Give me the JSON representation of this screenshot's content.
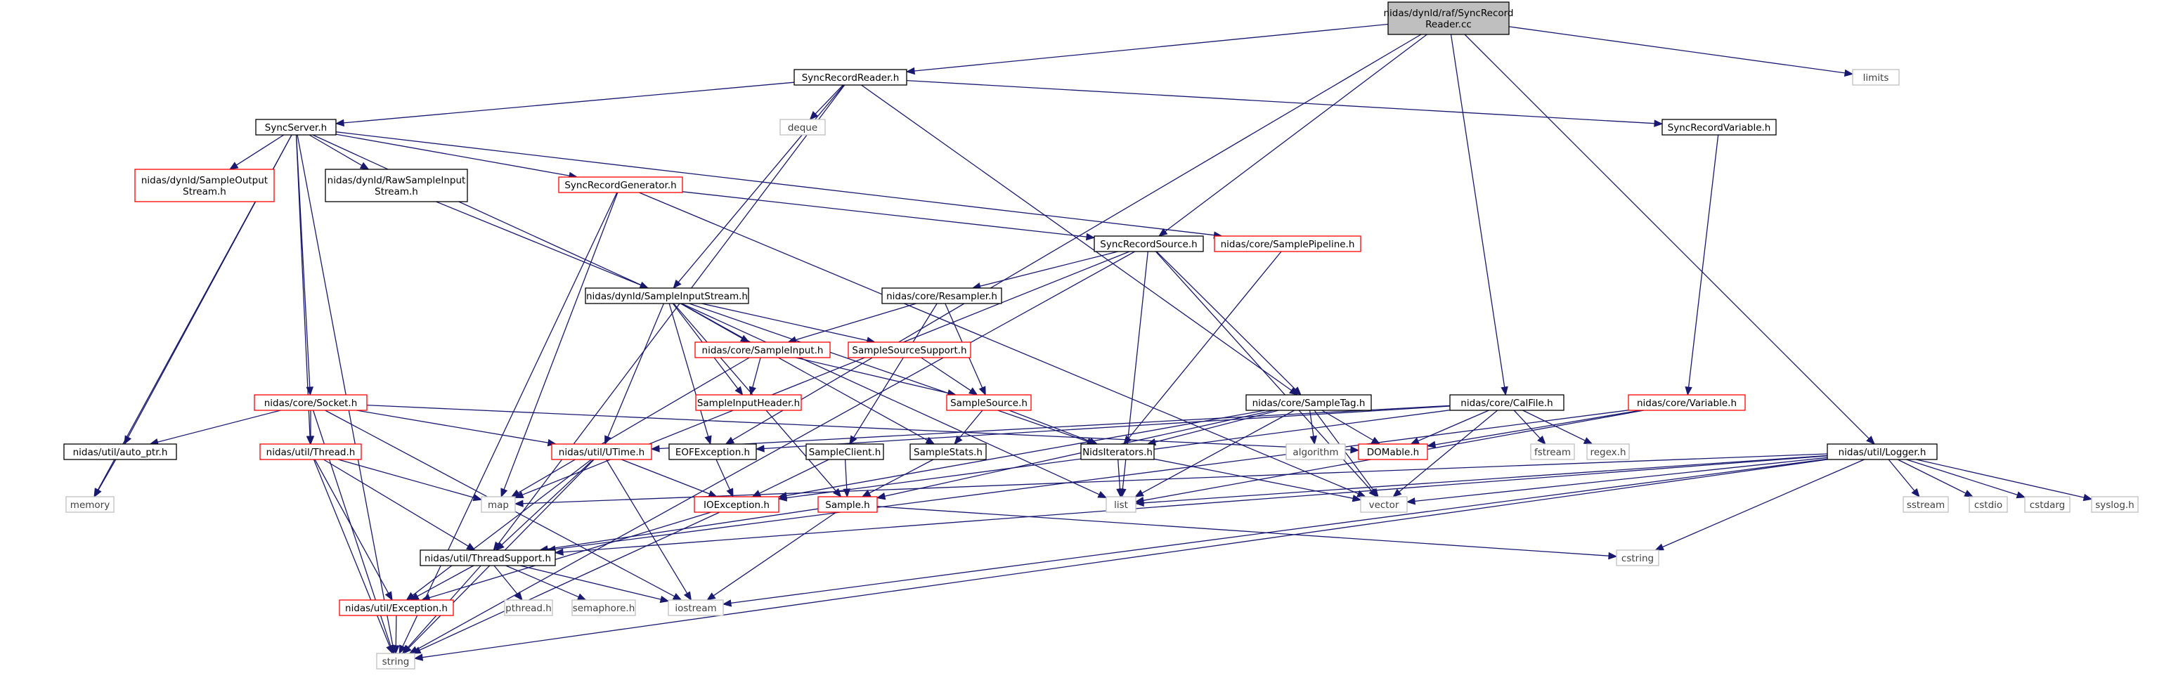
{
  "colors": {
    "edge": "#191970",
    "normal_border": "#000000",
    "undocumented_border": "#ff0000",
    "system_border": "#bfbfbf",
    "root_fill": "#bfbfbf",
    "root_border": "#000000",
    "text_normal": "#000000",
    "text_system": "#3f3f3f"
  },
  "nodes": [
    {
      "id": "root",
      "label": [
        "nidas/dynld/raf/SyncRecord",
        "Reader.cc"
      ],
      "kind": "root"
    },
    {
      "id": "srr",
      "label": [
        "SyncRecordReader.h"
      ],
      "kind": "normal"
    },
    {
      "id": "limits",
      "label": [
        "limits"
      ],
      "kind": "system"
    },
    {
      "id": "deque",
      "label": [
        "deque"
      ],
      "kind": "system"
    },
    {
      "id": "srv",
      "label": [
        "SyncRecordVariable.h"
      ],
      "kind": "normal"
    },
    {
      "id": "ss",
      "label": [
        "SyncServer.h"
      ],
      "kind": "normal"
    },
    {
      "id": "sos",
      "label": [
        "nidas/dynld/SampleOutput",
        "Stream.h"
      ],
      "kind": "undoc"
    },
    {
      "id": "rsis",
      "label": [
        "nidas/dynld/RawSampleInput",
        "Stream.h"
      ],
      "kind": "normal"
    },
    {
      "id": "srg",
      "label": [
        "SyncRecordGenerator.h"
      ],
      "kind": "undoc"
    },
    {
      "id": "srs",
      "label": [
        "SyncRecordSource.h"
      ],
      "kind": "normal"
    },
    {
      "id": "spipe",
      "label": [
        "nidas/core/SamplePipeline.h"
      ],
      "kind": "undoc"
    },
    {
      "id": "sis",
      "label": [
        "nidas/dynld/SampleInputStream.h"
      ],
      "kind": "normal"
    },
    {
      "id": "resamp",
      "label": [
        "nidas/core/Resampler.h"
      ],
      "kind": "normal"
    },
    {
      "id": "sinput",
      "label": [
        "nidas/core/SampleInput.h"
      ],
      "kind": "undoc"
    },
    {
      "id": "ssup",
      "label": [
        "SampleSourceSupport.h"
      ],
      "kind": "undoc"
    },
    {
      "id": "sih",
      "label": [
        "SampleInputHeader.h"
      ],
      "kind": "undoc"
    },
    {
      "id": "ssrc",
      "label": [
        "SampleSource.h"
      ],
      "kind": "undoc"
    },
    {
      "id": "socket",
      "label": [
        "nidas/core/Socket.h"
      ],
      "kind": "undoc"
    },
    {
      "id": "stag",
      "label": [
        "nidas/core/SampleTag.h"
      ],
      "kind": "normal"
    },
    {
      "id": "calfile",
      "label": [
        "nidas/core/CalFile.h"
      ],
      "kind": "normal"
    },
    {
      "id": "variable",
      "label": [
        "nidas/core/Variable.h"
      ],
      "kind": "undoc"
    },
    {
      "id": "autoptr",
      "label": [
        "nidas/util/auto_ptr.h"
      ],
      "kind": "normal"
    },
    {
      "id": "thread",
      "label": [
        "nidas/util/Thread.h"
      ],
      "kind": "undoc"
    },
    {
      "id": "utime",
      "label": [
        "nidas/util/UTime.h"
      ],
      "kind": "undoc"
    },
    {
      "id": "eofex",
      "label": [
        "EOFException.h"
      ],
      "kind": "normal"
    },
    {
      "id": "sclient",
      "label": [
        "SampleClient.h"
      ],
      "kind": "normal"
    },
    {
      "id": "sstats",
      "label": [
        "SampleStats.h"
      ],
      "kind": "normal"
    },
    {
      "id": "nidsit",
      "label": [
        "NidsIterators.h"
      ],
      "kind": "normal"
    },
    {
      "id": "algorithm",
      "label": [
        "algorithm"
      ],
      "kind": "system"
    },
    {
      "id": "domable",
      "label": [
        "DOMable.h"
      ],
      "kind": "undoc"
    },
    {
      "id": "fstream",
      "label": [
        "fstream"
      ],
      "kind": "system"
    },
    {
      "id": "regex",
      "label": [
        "regex.h"
      ],
      "kind": "system"
    },
    {
      "id": "logger",
      "label": [
        "nidas/util/Logger.h"
      ],
      "kind": "normal"
    },
    {
      "id": "memory",
      "label": [
        "memory"
      ],
      "kind": "system"
    },
    {
      "id": "map",
      "label": [
        "map"
      ],
      "kind": "system"
    },
    {
      "id": "ioex",
      "label": [
        "IOException.h"
      ],
      "kind": "undoc"
    },
    {
      "id": "sample",
      "label": [
        "Sample.h"
      ],
      "kind": "undoc"
    },
    {
      "id": "list",
      "label": [
        "list"
      ],
      "kind": "system"
    },
    {
      "id": "vector",
      "label": [
        "vector"
      ],
      "kind": "system"
    },
    {
      "id": "sstream",
      "label": [
        "sstream"
      ],
      "kind": "system"
    },
    {
      "id": "cstdio",
      "label": [
        "cstdio"
      ],
      "kind": "system"
    },
    {
      "id": "cstdarg",
      "label": [
        "cstdarg"
      ],
      "kind": "system"
    },
    {
      "id": "syslog",
      "label": [
        "syslog.h"
      ],
      "kind": "system"
    },
    {
      "id": "tsupport",
      "label": [
        "nidas/util/ThreadSupport.h"
      ],
      "kind": "normal"
    },
    {
      "id": "cstring",
      "label": [
        "cstring"
      ],
      "kind": "system"
    },
    {
      "id": "exception",
      "label": [
        "nidas/util/Exception.h"
      ],
      "kind": "undoc"
    },
    {
      "id": "pthread",
      "label": [
        "pthread.h"
      ],
      "kind": "system"
    },
    {
      "id": "semaphore",
      "label": [
        "semaphore.h"
      ],
      "kind": "system"
    },
    {
      "id": "iostream",
      "label": [
        "iostream"
      ],
      "kind": "system"
    },
    {
      "id": "string",
      "label": [
        "string"
      ],
      "kind": "system"
    }
  ],
  "edges": [
    [
      "root",
      "srr"
    ],
    [
      "root",
      "limits"
    ],
    [
      "root",
      "srs"
    ],
    [
      "root",
      "eofex"
    ],
    [
      "root",
      "calfile"
    ],
    [
      "root",
      "logger"
    ],
    [
      "srr",
      "ss"
    ],
    [
      "srr",
      "deque"
    ],
    [
      "srr",
      "srv"
    ],
    [
      "srr",
      "sis"
    ],
    [
      "srr",
      "stag"
    ],
    [
      "srr",
      "tsupport"
    ],
    [
      "ss",
      "sos"
    ],
    [
      "ss",
      "rsis"
    ],
    [
      "ss",
      "srg"
    ],
    [
      "ss",
      "spipe"
    ],
    [
      "ss",
      "socket"
    ],
    [
      "ss",
      "autoptr"
    ],
    [
      "ss",
      "thread"
    ],
    [
      "ss",
      "memory"
    ],
    [
      "ss",
      "string"
    ],
    [
      "ss",
      "list"
    ],
    [
      "srv",
      "variable"
    ],
    [
      "rsis",
      "sis"
    ],
    [
      "srg",
      "srs"
    ],
    [
      "srg",
      "map"
    ],
    [
      "srg",
      "string"
    ],
    [
      "srg",
      "vector"
    ],
    [
      "srs",
      "resamp"
    ],
    [
      "srs",
      "stag"
    ],
    [
      "srs",
      "list"
    ],
    [
      "srs",
      "map"
    ],
    [
      "srs",
      "string"
    ],
    [
      "srs",
      "vector"
    ],
    [
      "spipe",
      "nidsit"
    ],
    [
      "sis",
      "sinput"
    ],
    [
      "sis",
      "ssup"
    ],
    [
      "sis",
      "sih"
    ],
    [
      "sis",
      "utime"
    ],
    [
      "sis",
      "eofex"
    ],
    [
      "sis",
      "sstats"
    ],
    [
      "sis",
      "sample"
    ],
    [
      "sis",
      "nidsit"
    ],
    [
      "resamp",
      "sinput"
    ],
    [
      "resamp",
      "ssrc"
    ],
    [
      "resamp",
      "sclient"
    ],
    [
      "sinput",
      "sih"
    ],
    [
      "sinput",
      "ssrc"
    ],
    [
      "sinput",
      "map"
    ],
    [
      "ssup",
      "ssrc"
    ],
    [
      "ssrc",
      "sstats"
    ],
    [
      "ssrc",
      "nidsit"
    ],
    [
      "socket",
      "autoptr"
    ],
    [
      "socket",
      "thread"
    ],
    [
      "socket",
      "utime"
    ],
    [
      "socket",
      "domable"
    ],
    [
      "socket",
      "string"
    ],
    [
      "socket",
      "iostream"
    ],
    [
      "stag",
      "algorithm"
    ],
    [
      "stag",
      "domable"
    ],
    [
      "stag",
      "nidsit"
    ],
    [
      "stag",
      "sample"
    ],
    [
      "stag",
      "list"
    ],
    [
      "stag",
      "vector"
    ],
    [
      "stag",
      "ioex"
    ],
    [
      "calfile",
      "utime"
    ],
    [
      "calfile",
      "domable"
    ],
    [
      "calfile",
      "fstream"
    ],
    [
      "calfile",
      "regex"
    ],
    [
      "calfile",
      "vector"
    ],
    [
      "calfile",
      "ioex"
    ],
    [
      "calfile",
      "eofex"
    ],
    [
      "variable",
      "domable"
    ],
    [
      "variable",
      "list"
    ],
    [
      "variable",
      "tsupport"
    ],
    [
      "autoptr",
      "memory"
    ],
    [
      "thread",
      "map"
    ],
    [
      "thread",
      "tsupport"
    ],
    [
      "thread",
      "exception"
    ],
    [
      "thread",
      "string"
    ],
    [
      "utime",
      "ioex"
    ],
    [
      "utime",
      "tsupport"
    ],
    [
      "utime",
      "iostream"
    ],
    [
      "utime",
      "string"
    ],
    [
      "utime",
      "exception"
    ],
    [
      "eofex",
      "ioex"
    ],
    [
      "sclient",
      "ioex"
    ],
    [
      "sclient",
      "sample"
    ],
    [
      "sstats",
      "sample"
    ],
    [
      "nidsit",
      "list"
    ],
    [
      "nidsit",
      "vector"
    ],
    [
      "logger",
      "map"
    ],
    [
      "logger",
      "list"
    ],
    [
      "logger",
      "vector"
    ],
    [
      "logger",
      "sstream"
    ],
    [
      "logger",
      "cstdio"
    ],
    [
      "logger",
      "cstdarg"
    ],
    [
      "logger",
      "syslog"
    ],
    [
      "logger",
      "cstring"
    ],
    [
      "logger",
      "tsupport"
    ],
    [
      "logger",
      "iostream"
    ],
    [
      "logger",
      "string"
    ],
    [
      "ioex",
      "exception"
    ],
    [
      "ioex",
      "string"
    ],
    [
      "sample",
      "tsupport"
    ],
    [
      "sample",
      "cstring"
    ],
    [
      "sample",
      "iostream"
    ],
    [
      "tsupport",
      "exception"
    ],
    [
      "tsupport",
      "pthread"
    ],
    [
      "tsupport",
      "semaphore"
    ],
    [
      "tsupport",
      "iostream"
    ],
    [
      "tsupport",
      "string"
    ],
    [
      "exception",
      "string"
    ]
  ]
}
